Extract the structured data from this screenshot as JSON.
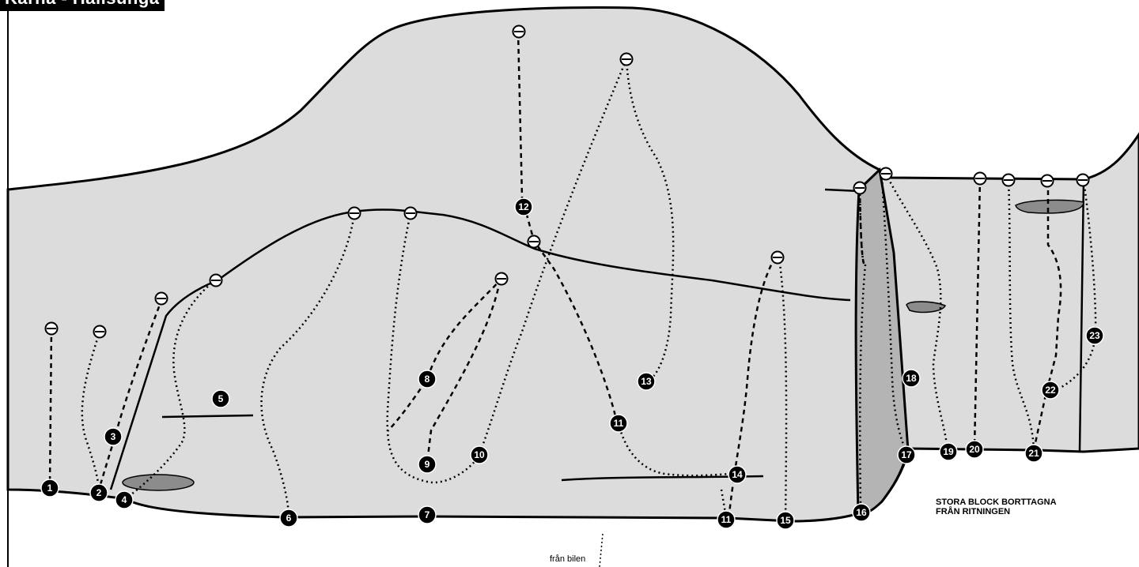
{
  "title": "Kärna - Hällsunga",
  "note_lines": [
    "STORA BLOCK BORTTAGNA",
    "FRÅN RITNINGEN"
  ],
  "approach_label": "från bilen",
  "colors": {
    "rock": "#dcdcdc",
    "corner": "#b4b4b4",
    "hold": "#8c8c8c",
    "line": "#000000"
  },
  "routes": [
    "1",
    "2",
    "3",
    "4",
    "5",
    "6",
    "7",
    "8",
    "9",
    "10",
    "11",
    "11",
    "12",
    "13",
    "14",
    "15",
    "16",
    "17",
    "18",
    "19",
    "20",
    "21",
    "22",
    "23"
  ]
}
